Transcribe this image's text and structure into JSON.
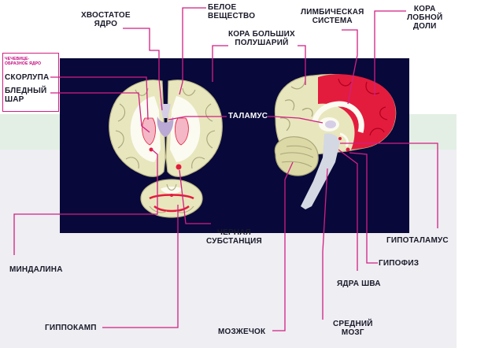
{
  "colors": {
    "panel": "#08083a",
    "leader": "#d21f83",
    "tissue": "#e8e6bd",
    "tissue_shade": "#cfcc99",
    "cortex_red": "#e31c3d",
    "pink_fill": "#f3b7c6",
    "white_matter": "#ffffff"
  },
  "labels": {
    "caudate": "ХВОСТАТОЕ\nЯДРО",
    "white_matter": "БЕЛОЕ\nВЕЩЕСТВО",
    "limbic": "ЛИМБИЧЕСКАЯ\nСИСТЕМА",
    "frontal": "КОРА\nЛОБНОЙ\nДОЛИ",
    "cortex": "КОРА БОЛЬШИХ\nПОЛУШАРИЙ",
    "lentiform": "ЧЕЧЕВИЦЕ-\nОБРАЗНОЕ ЯДРО",
    "putamen": "СКОРЛУПА",
    "pallidus": "БЛЕДНЫЙ\nШАР",
    "thalamus": "ТАЛАМУС",
    "hypothalamus": "ГИПОТАЛАМУС",
    "pituitary": "ГИПОФИЗ",
    "amygdala": "МИНДАЛИНА",
    "substantia": "ЧЕРНАЯ\nСУБСТАНЦИЯ",
    "raphe": "ЯДРА ШВА",
    "hippocampus": "ГИППОКАМП",
    "cerebellum": "МОЗЖЕЧОК",
    "midbrain": "СРЕДНИЙ\nМОЗГ"
  }
}
